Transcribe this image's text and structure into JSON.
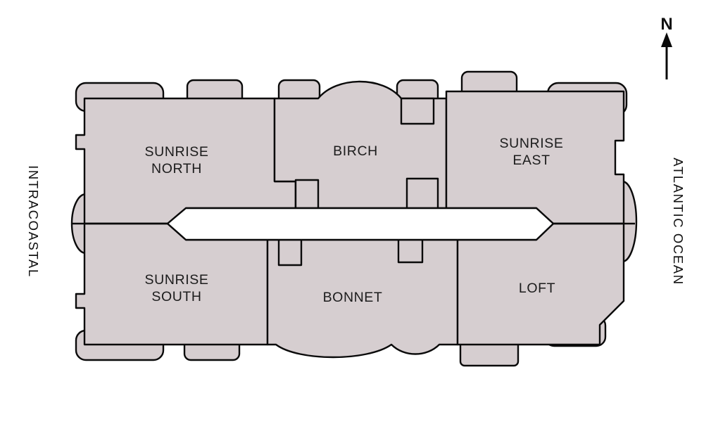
{
  "page": {
    "background_color": "#ffffff"
  },
  "diagram": {
    "type": "floorplan-site-map",
    "building_fill_color": "#d6ced0",
    "outline_color": "#0a0a0a",
    "corridor_fill_color": "#ffffff",
    "units": [
      {
        "id": "sunrise-north",
        "label": "SUNRISE\nNORTH"
      },
      {
        "id": "birch",
        "label": "BIRCH"
      },
      {
        "id": "sunrise-east",
        "label": "SUNRISE\nEAST"
      },
      {
        "id": "sunrise-south",
        "label": "SUNRISE\nSOUTH"
      },
      {
        "id": "bonnet",
        "label": "BONNET"
      },
      {
        "id": "loft",
        "label": "LOFT"
      }
    ],
    "side_labels": {
      "left": "INTRACOASTAL",
      "right": "ATLANTIC OCEAN"
    },
    "compass": {
      "label": "N",
      "icon": "north-arrow-icon"
    }
  }
}
